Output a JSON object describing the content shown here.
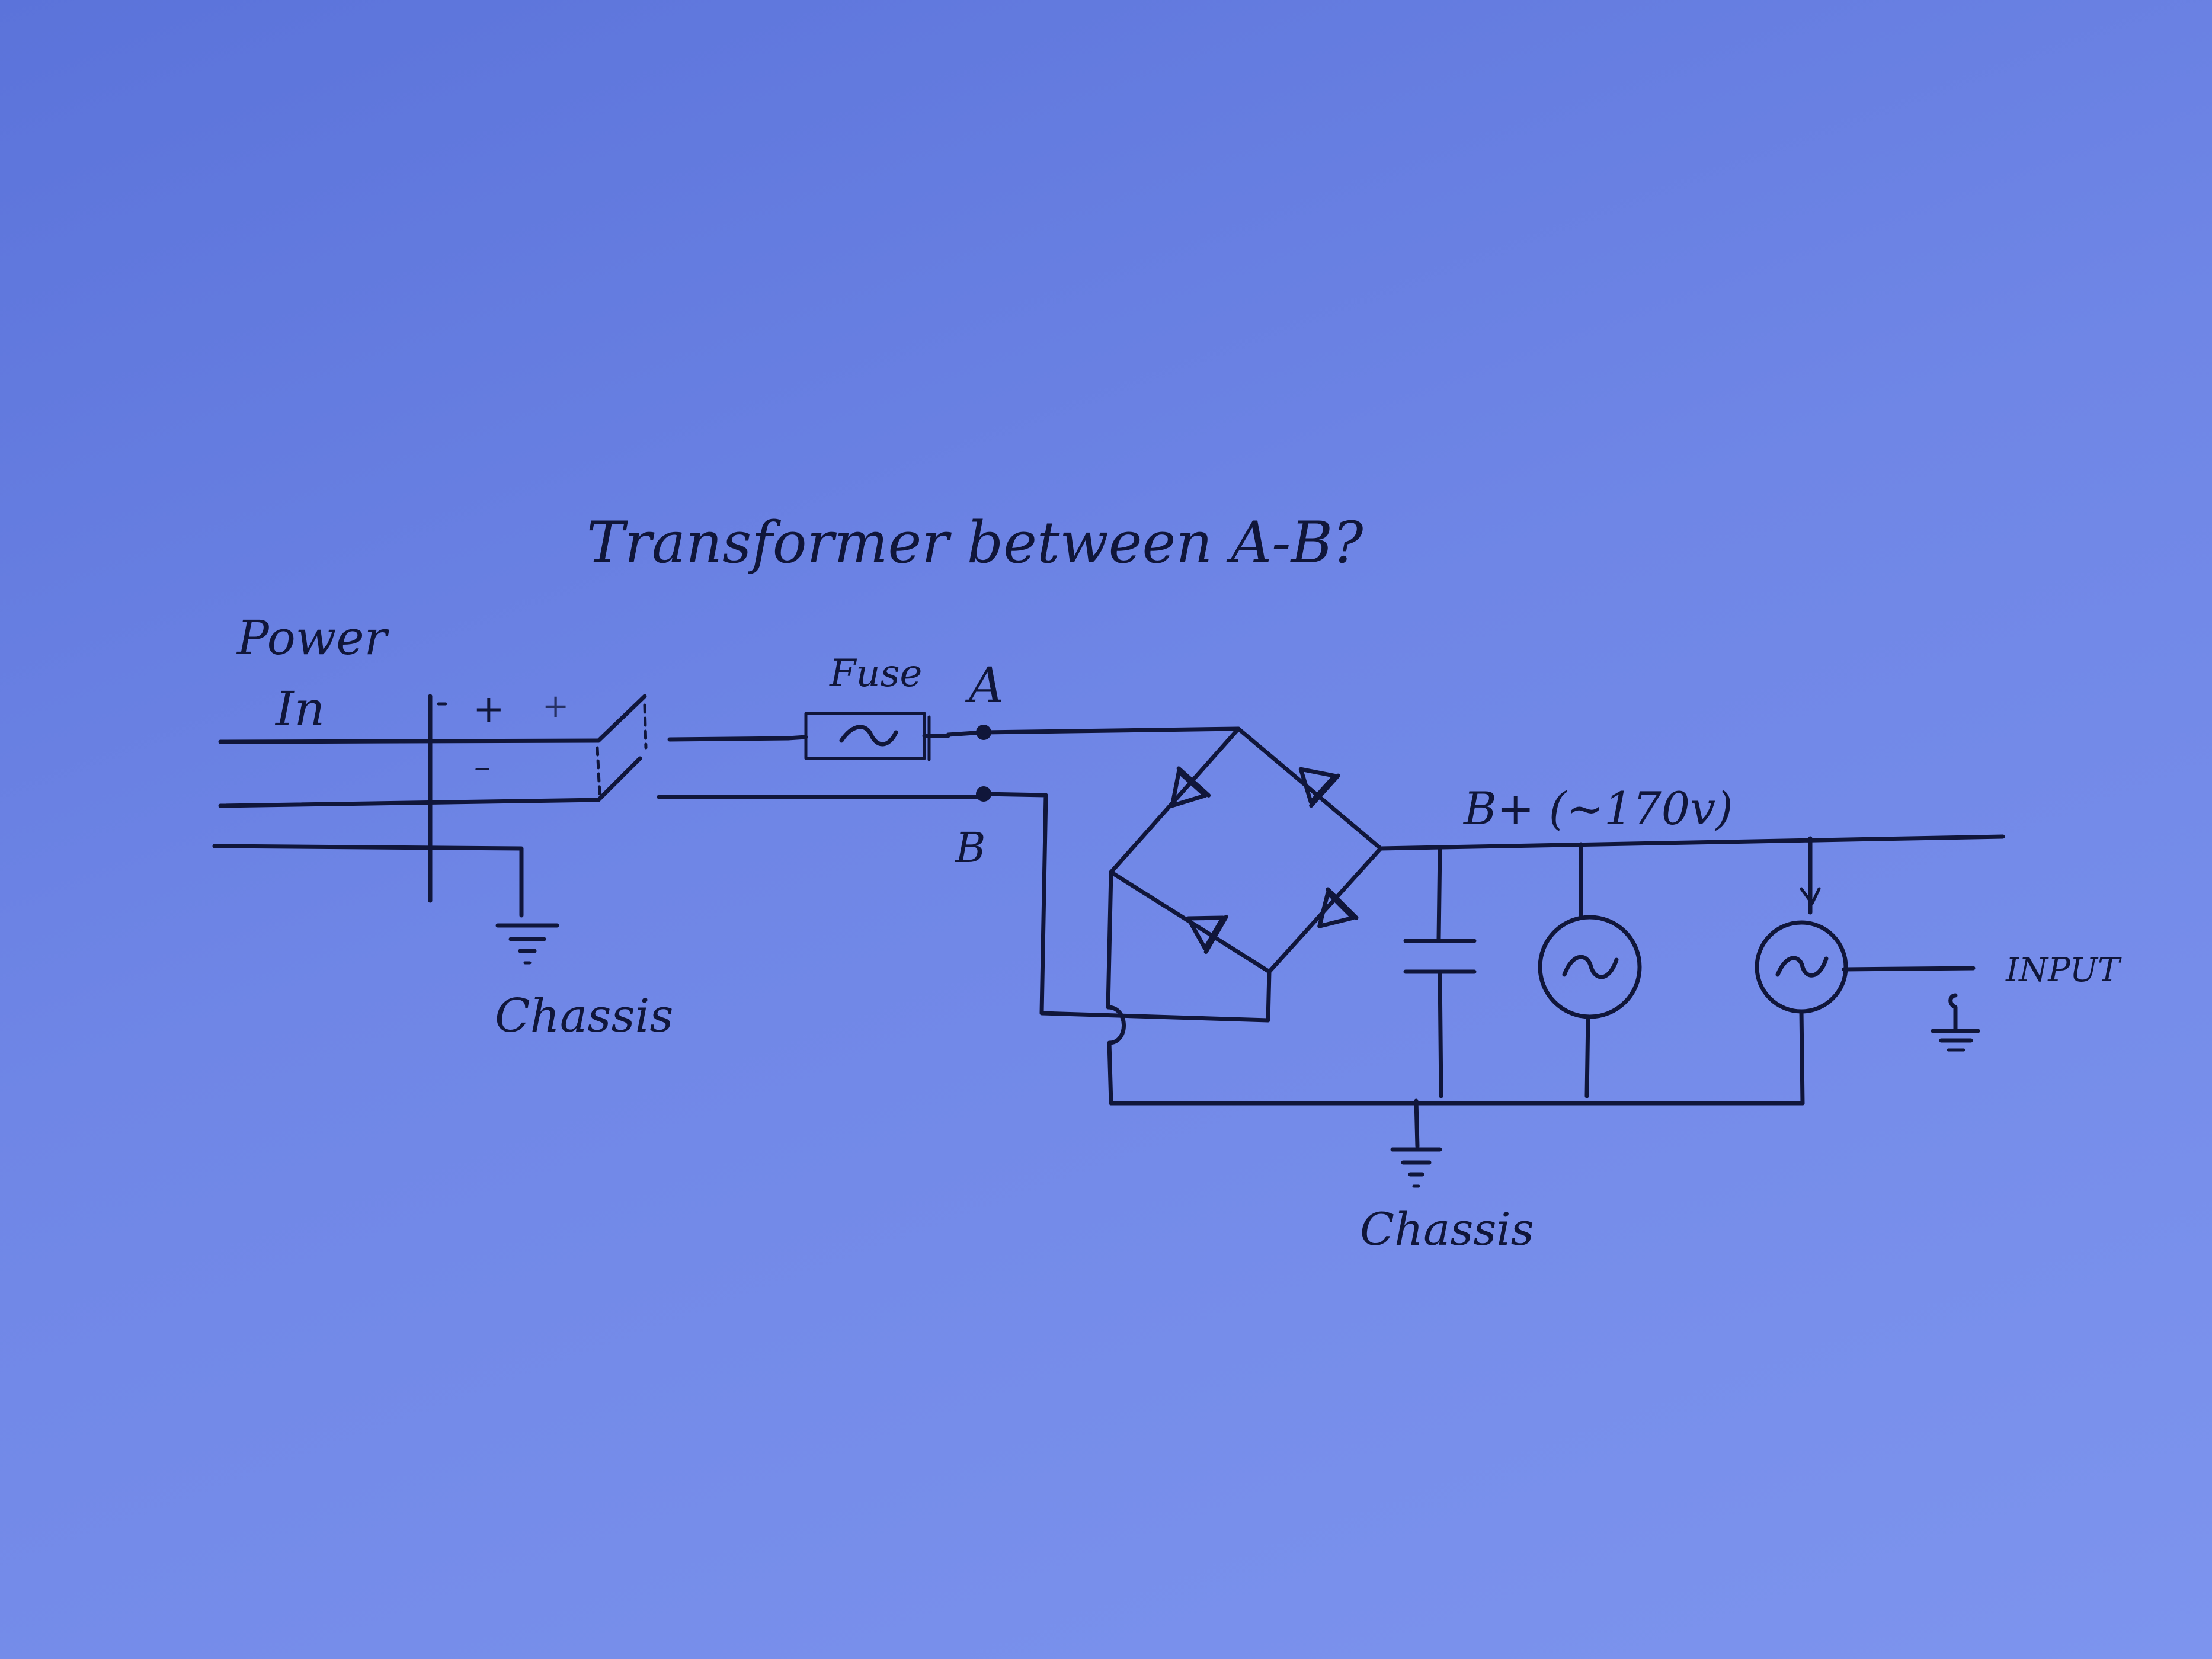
{
  "title": "Transformer between A-B?",
  "labels": {
    "power_in_line1": "Power",
    "power_in_line2": "In",
    "plus_1": "+",
    "plus_2": "+",
    "minus": "–",
    "fuse": "Fuse",
    "node_a": "A",
    "node_b": "B",
    "b_plus": "B+ (~170v)",
    "chassis_left": "Chassis",
    "chassis_bottom": "Chassis",
    "input": "INPUT"
  },
  "colors": {
    "ink": "#10163a",
    "paper": "#6f86e6"
  },
  "icons": [
    "ground-icon",
    "fuse-icon",
    "diode-icon",
    "capacitor-icon",
    "ac-source-icon",
    "switch-icon"
  ]
}
